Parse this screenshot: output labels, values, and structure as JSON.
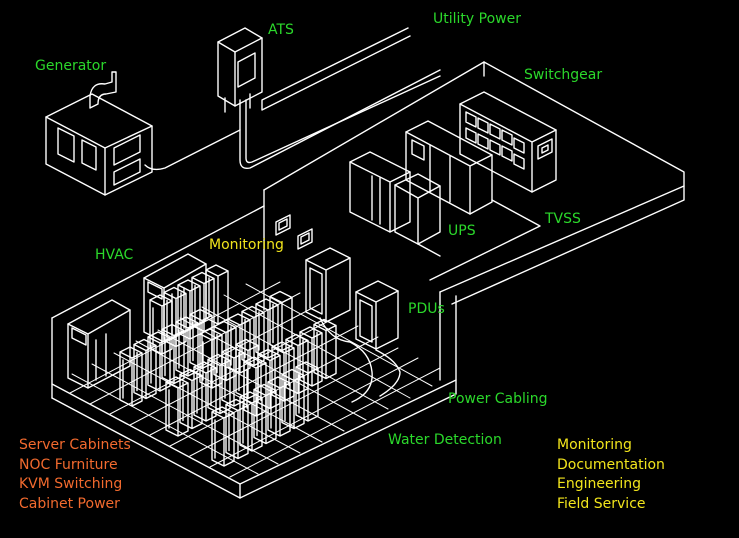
{
  "labels": {
    "utility_power": "Utility Power",
    "ats": "ATS",
    "generator": "Generator",
    "switchgear": "Switchgear",
    "tvss": "TVSS",
    "ups": "UPS",
    "hvac": "HVAC",
    "monitoring": "Monitoring",
    "pdus": "PDUs",
    "power_cabling": "Power Cabling",
    "water_detection": "Water Detection"
  },
  "left_services": [
    "Server Cabinets",
    "NOC Furniture",
    "KVM Switching",
    "Cabinet Power"
  ],
  "right_services": [
    "Monitoring",
    "Documentation",
    "Engineering",
    "Field Service"
  ],
  "colors": {
    "background": "#000000",
    "line_art": "#ffffff",
    "infrastructure_label": "#2bd82b",
    "monitoring_label": "#f2e51c",
    "right_services": "#f2e51c",
    "left_services": "#f26a2e"
  }
}
